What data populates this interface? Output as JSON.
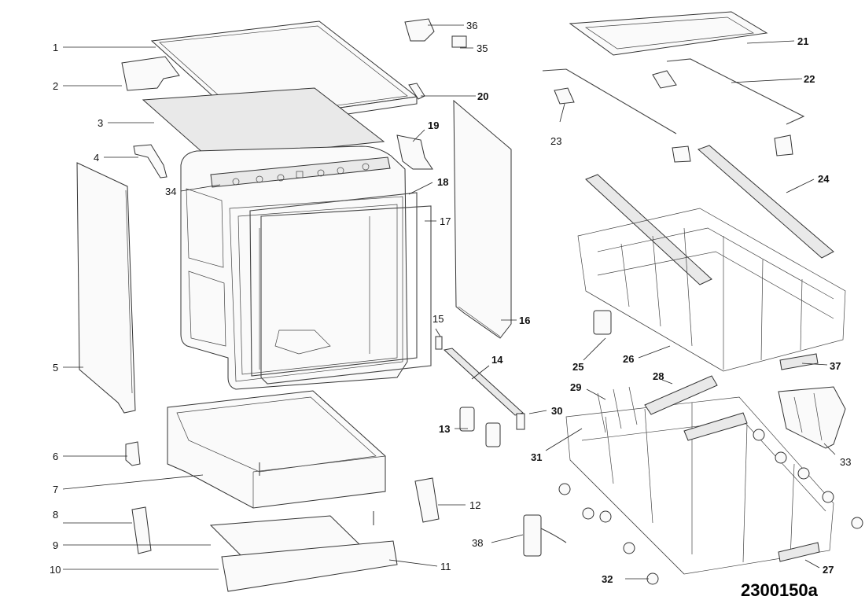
{
  "drawing_code": "2300150a",
  "callouts": [
    {
      "num": "1"
    },
    {
      "num": "2"
    },
    {
      "num": "3"
    },
    {
      "num": "4"
    },
    {
      "num": "5"
    },
    {
      "num": "6"
    },
    {
      "num": "7"
    },
    {
      "num": "8"
    },
    {
      "num": "9"
    },
    {
      "num": "10"
    },
    {
      "num": "11"
    },
    {
      "num": "12"
    },
    {
      "num": "13"
    },
    {
      "num": "14"
    },
    {
      "num": "15"
    },
    {
      "num": "16"
    },
    {
      "num": "17"
    },
    {
      "num": "18"
    },
    {
      "num": "19"
    },
    {
      "num": "20"
    },
    {
      "num": "21"
    },
    {
      "num": "22"
    },
    {
      "num": "23"
    },
    {
      "num": "24"
    },
    {
      "num": "25"
    },
    {
      "num": "26"
    },
    {
      "num": "27"
    },
    {
      "num": "28"
    },
    {
      "num": "29"
    },
    {
      "num": "30"
    },
    {
      "num": "31"
    },
    {
      "num": "32"
    },
    {
      "num": "33"
    },
    {
      "num": "34"
    },
    {
      "num": "35"
    },
    {
      "num": "36"
    },
    {
      "num": "37"
    },
    {
      "num": "38"
    }
  ]
}
